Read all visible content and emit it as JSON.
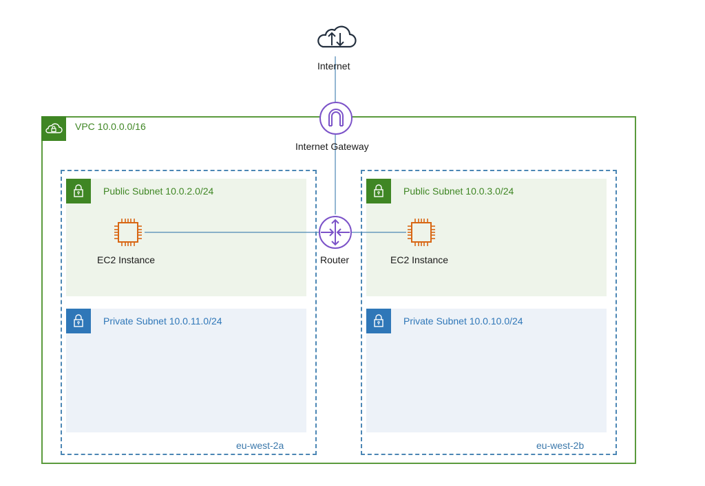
{
  "diagram": {
    "internet": {
      "label": "Internet",
      "icon": "cloud-upload-download-icon"
    },
    "vpc": {
      "label": "VPC 10.0.0.0/16",
      "icon": "cloud-lock-icon",
      "color": "#3f8624"
    },
    "internet_gateway": {
      "label": "Internet Gateway",
      "icon": "internet-gateway-icon",
      "color": "#7b52c8"
    },
    "router": {
      "label": "Router",
      "icon": "router-icon",
      "color": "#7b52c8"
    },
    "availability_zones": [
      {
        "label": "eu-west-2a",
        "public_subnet": {
          "label": "Public Subnet 10.0.2.0/24",
          "instance": {
            "label": "EC2 Instance"
          }
        },
        "private_subnet": {
          "label": "Private Subnet 10.0.11.0/24"
        }
      },
      {
        "label": "eu-west-2b",
        "public_subnet": {
          "label": "Public Subnet 10.0.3.0/24",
          "instance": {
            "label": "EC2 Instance"
          }
        },
        "private_subnet": {
          "label": "Private Subnet 10.0.10.0/24"
        }
      }
    ],
    "connections": [
      {
        "from": "Internet",
        "to": "Internet Gateway"
      },
      {
        "from": "Internet Gateway",
        "to": "Router"
      },
      {
        "from": "Router",
        "to": "EC2 Instance (eu-west-2a)"
      },
      {
        "from": "Router",
        "to": "EC2 Instance (eu-west-2b)"
      }
    ],
    "colors": {
      "public": "#3f8624",
      "private": "#2f77b8",
      "ec2": "#d86613",
      "connector": "#4b86b4"
    }
  }
}
